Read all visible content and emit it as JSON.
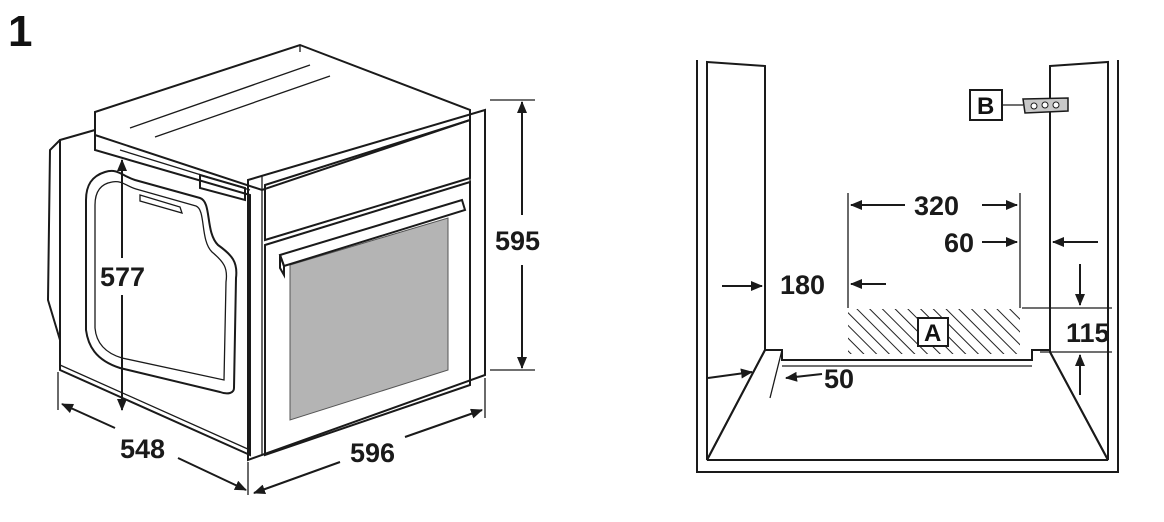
{
  "figure": {
    "number": "1"
  },
  "oven_view": {
    "height_label": "595",
    "inner_height_label": "577",
    "depth_label": "548",
    "width_label": "596"
  },
  "cabinet_view": {
    "dim_320": "320",
    "dim_60": "60",
    "dim_180": "180",
    "dim_115": "115",
    "dim_50": "50",
    "label_a": "A",
    "label_b": "B"
  },
  "colors": {
    "line": "#1a1a1a",
    "panel_gray": "#d4d4d4",
    "glass_dark": "#8a8a8a",
    "glass_light": "#a9a9a9",
    "body_light": "#ececec"
  }
}
